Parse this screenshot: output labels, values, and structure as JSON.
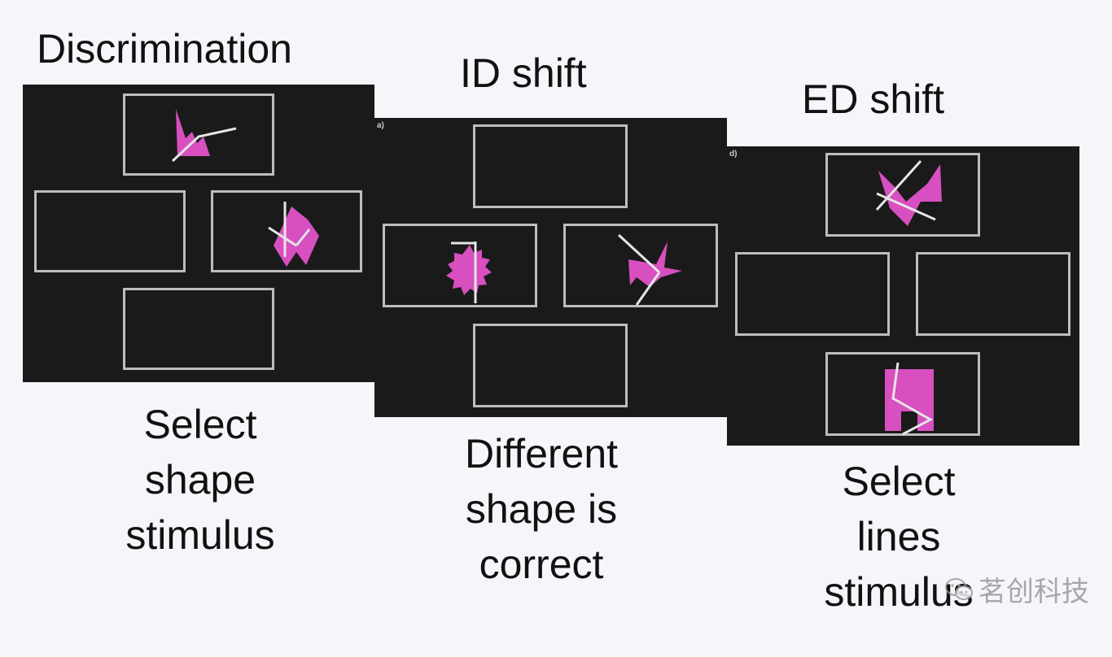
{
  "panels": [
    {
      "title": "Discrimination",
      "caption": "Select\nshape\nstimulus",
      "letter": ""
    },
    {
      "title": "ID shift",
      "caption": "Different\nshape is\ncorrect",
      "letter": "a)"
    },
    {
      "title": "ED shift",
      "caption": "Select\nlines\nstimulus",
      "letter": "d)"
    }
  ],
  "watermark": {
    "text": "茗创科技",
    "icon": "wechat-icon"
  },
  "colors": {
    "panel_bg": "#1a1a1a",
    "box_border": "#bdbdbd",
    "stimulus_fill": "#d84fc0",
    "line": "#e6e6e6",
    "page_bg": "#f6f5fa"
  }
}
